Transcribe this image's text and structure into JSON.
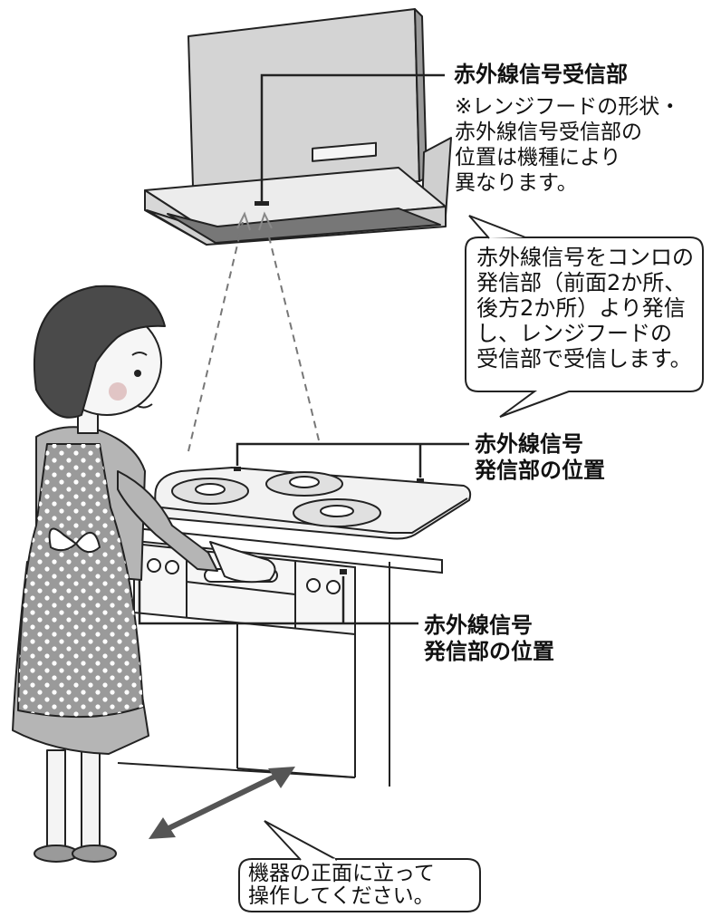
{
  "receiver": {
    "title": "赤外線信号受信部",
    "note": "※レンジフードの形状・\n赤外線信号受信部の\n位置は機種により\n異なります。"
  },
  "bubble_top": "赤外線信号をコンロの\n発信部（前面2か所、\n後方2か所）より発信\nし、レンジフードの\n受信部で受信します。",
  "emitter_rear": "赤外線信号\n発信部の位置",
  "emitter_front": "赤外線信号\n発信部の位置",
  "bubble_bottom": "機器の正面に立って\n操作してください。",
  "colors": {
    "line": "#222222",
    "hood_gray": "#c9c9c9",
    "hood_dark": "#7c7c7c",
    "dress": "#b5b5b5",
    "dress_dots": "#ffffff",
    "hair": "#4a4a4a",
    "arrow": "#555555"
  }
}
